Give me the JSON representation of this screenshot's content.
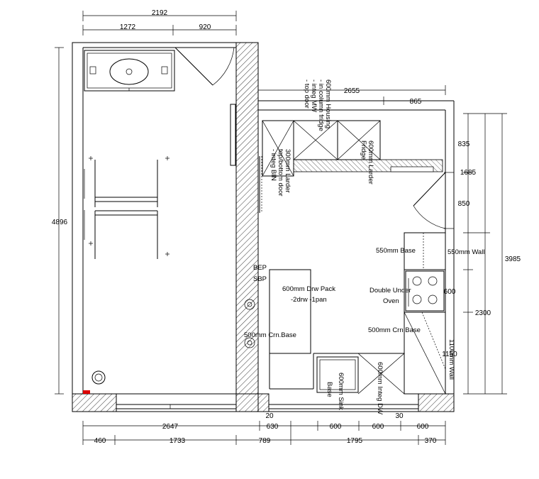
{
  "dimensions": {
    "top_total": "2192",
    "top_left": "1272",
    "top_right": "920",
    "left_height": "4896",
    "kitchen_width": "2655",
    "kitchen_right": "865",
    "right_835": "835",
    "right_1685": "1685",
    "right_850": "850",
    "right_3985": "3985",
    "right_600": "600",
    "right_2300": "2300",
    "right_1150": "1150",
    "bottom_2647": "2647",
    "bottom_630": "630",
    "bottom_600a": "600",
    "bottom_600b": "600",
    "bottom_600c": "600",
    "bottom_460": "460",
    "bottom_1733": "1733",
    "bottom_789": "789",
    "bottom_1795": "1795",
    "bottom_370": "370",
    "small_20": "20",
    "small_30": "30"
  },
  "labels": {
    "housing_line1": "600mm Housing",
    "housing_line2": "- in column fridge",
    "housing_line3": "- integ MW",
    "housing_line4": "- top door",
    "larder_fridge_line1": "600mm Larder",
    "larder_fridge_line2": "Fridge",
    "larder300_line1": "300mm Larder",
    "larder300_line2": "top/bottom door",
    "larder300_line3": "- integ BIN",
    "base550": "550mm Base",
    "wall550": "550mm Wall",
    "bep": "BEP",
    "sbp": "SBP",
    "drw_line1": "600mm Drw Pack",
    "drw_line2": "-2drw -1pan",
    "oven_line1": "Double Under",
    "oven_line2": "Oven",
    "crn_left": "500mm Crn.Base",
    "crn_right": "500mm Crn.Base",
    "sink_line1": "600mm Sink",
    "sink_line2": "Base",
    "dw": "600mm Integ DW",
    "wall1100": "1100mm Wall"
  }
}
